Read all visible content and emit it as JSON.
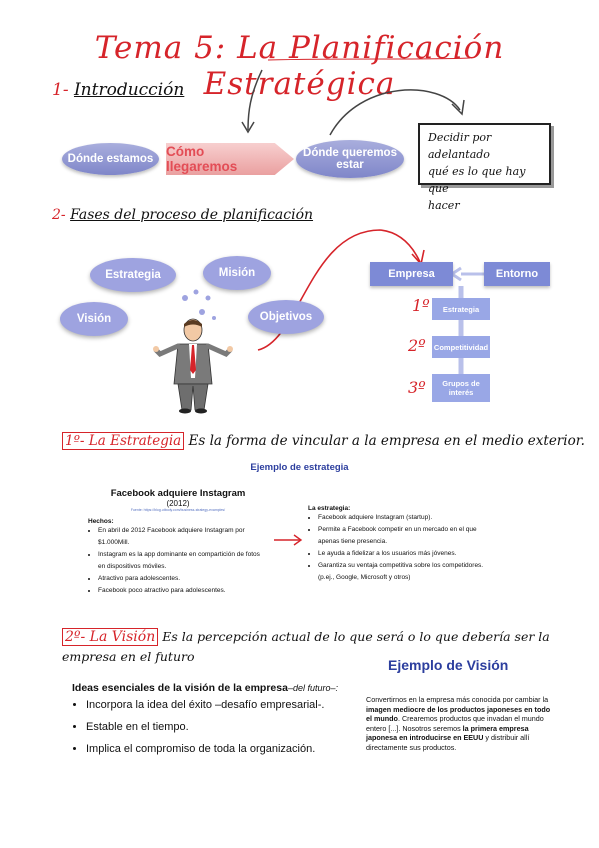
{
  "title": "Tema 5: La Planificación Estratégica",
  "section1": {
    "num": "1-",
    "label": "Introducción"
  },
  "flow": {
    "left": "Dónde estamos",
    "middle": "Cómo llegaremos",
    "right": "Dónde queremos estar"
  },
  "note": {
    "line1": "Decidir por adelantado",
    "line2": "qué es lo que hay que",
    "line3": "hacer"
  },
  "section2": {
    "num": "2-",
    "label": "Fases del proceso de planificación"
  },
  "clouds": {
    "estrategia": "Estrategia",
    "mision": "Misión",
    "vision": "Visión",
    "objetivos": "Objetivos"
  },
  "env": {
    "empresa": "Empresa",
    "entorno": "Entorno"
  },
  "steps": [
    {
      "num": "1º",
      "label": "Estrategia"
    },
    {
      "num": "2º",
      "label": "Competitividad"
    },
    {
      "num": "3º",
      "label": "Grupos de interés"
    }
  ],
  "strategy": {
    "heading_num": "1º- La Estrategia",
    "definition": "Es la forma de vincular a la empresa en el medio exterior.",
    "example_title": "Ejemplo de estrategia"
  },
  "facebook": {
    "headline": "Facebook adquiere Instagram",
    "year": "(2012)",
    "source": "Fuente: https://blog.utbody.com/business-strategy-examples/",
    "facts_title": "Hechos:",
    "facts": [
      "En abril de 2012 Facebook adquiere Instagram por $1.000Mill.",
      "Instagram es la app dominante en compartición de fotos en dispositivos móviles.",
      "Atractivo para adolescentes.",
      "Facebook poco atractivo para adolescentes."
    ],
    "strategy_title": "La estrategia:",
    "strategy_items": [
      "Facebook adquiere Instagram (startup).",
      "Permite a Facebook competir en un mercado en el que apenas tiene presencia.",
      "Le ayuda a fidelizar a los usuarios más jóvenes.",
      "Garantiza su ventaja competitiva sobre los competidores. (p.ej., Google, Microsoft y otros)"
    ]
  },
  "vision": {
    "heading_num": "2º- La Visión",
    "definition": "Es la percepción actual de lo que será o lo que debería ser la empresa en el futuro",
    "example_title": "Ejemplo de Visión",
    "ideas_title": "Ideas esenciales de la visión de la empresa",
    "ideas_sub": "–del futuro–:",
    "ideas": [
      "Incorpora la idea del éxito –desafío empresarial-.",
      "Estable en el tiempo.",
      "Implica el compromiso de toda la organización."
    ],
    "quote_1": "Convertirnos en la empresa más conocida por cambiar la ",
    "quote_b1": "imagen mediocre de los productos japoneses en todo el mundo",
    "quote_2": ". Crearemos productos que invadan el mundo entero [...]. Nosotros seremos ",
    "quote_b2": "la primera empresa japonesa en introducirse en EEUU",
    "quote_3": " y distribuir allí directamente sus productos."
  }
}
